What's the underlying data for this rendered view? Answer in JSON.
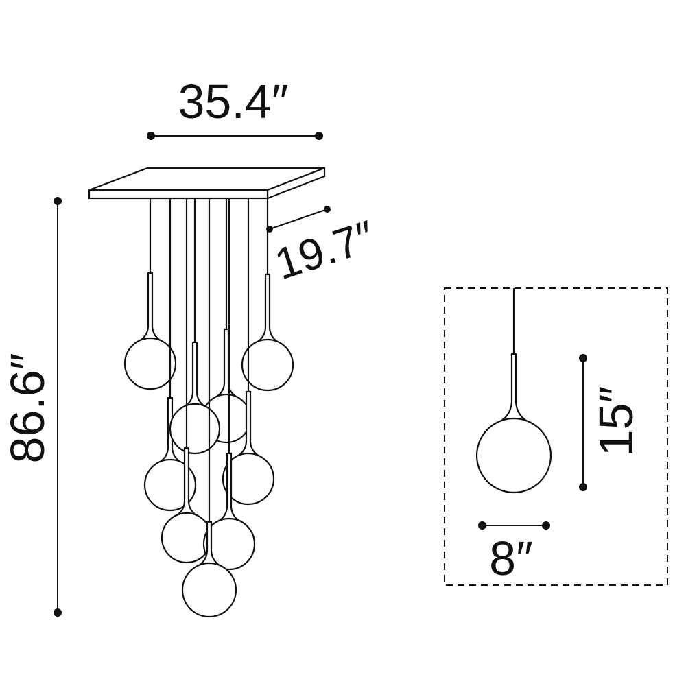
{
  "dimensions": {
    "width": "35.4″",
    "depth": "19.7″",
    "height": "86.6″",
    "single_height": "15″",
    "single_diameter": "8″"
  },
  "colors": {
    "line": "#111111",
    "background": "#ffffff"
  }
}
